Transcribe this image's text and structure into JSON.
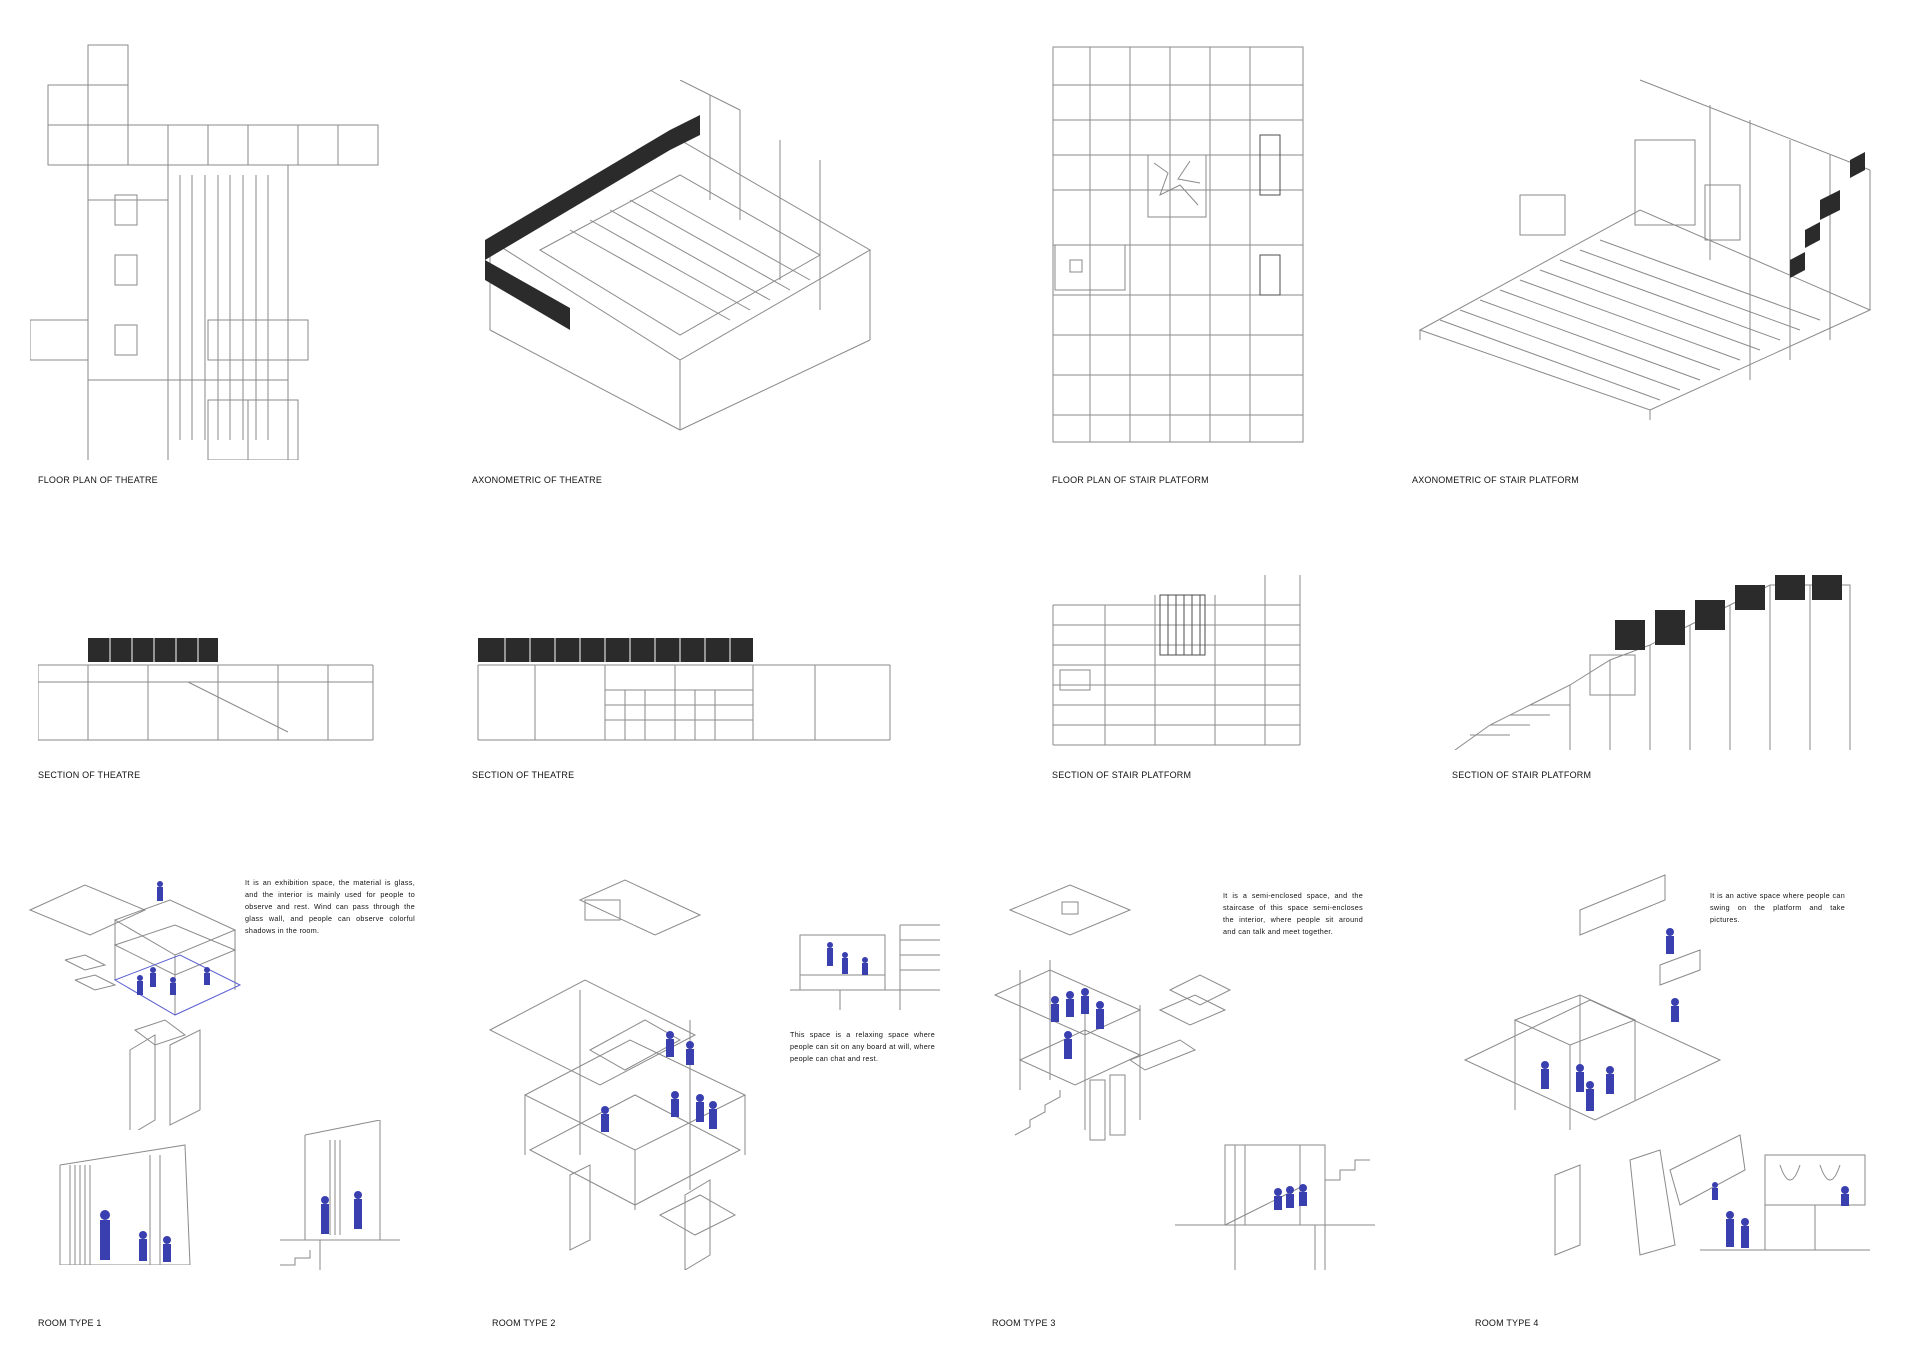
{
  "captions": {
    "floor_plan_theatre": "FLOOR PLAN OF THEATRE",
    "axonometric_theatre": "AXONOMETRIC OF THEATRE",
    "floor_plan_stair": "FLOOR PLAN OF STAIR PLATFORM",
    "axonometric_stair": "AXONOMETRIC OF STAIR PLATFORM",
    "section_theatre_1": "SECTION OF THEATRE",
    "section_theatre_2": "SECTION OF THEATRE",
    "section_stair_1": "SECTION OF STAIR PLATFORM",
    "section_stair_2": "SECTION OF STAIR PLATFORM",
    "room_type_1": "ROOM TYPE 1",
    "room_type_2": "ROOM TYPE 2",
    "room_type_3": "ROOM TYPE 3",
    "room_type_4": "ROOM TYPE 4"
  },
  "descriptions": {
    "room_type_1": "It is an exhibition space, the material is glass, and the interior is mainly used for people to observe and rest. Wind can pass through the glass wall, and people can observe colorful shadows in the room.",
    "room_type_2": "This space is a relaxing space where people can sit on any board at will, where people can chat and rest.",
    "room_type_3": "It is a semi-enclosed space, and the staircase of this space semi-encloses the interior, where people sit around and can talk and meet together.",
    "room_type_4": "It is an active space where people can swing on the platform and take pictures."
  },
  "colors": {
    "line": "#8a8a8a",
    "dark_line": "#4d4d4d",
    "dark_fill": "#2b2b2b",
    "figure_blue": "#3a3fb0"
  }
}
